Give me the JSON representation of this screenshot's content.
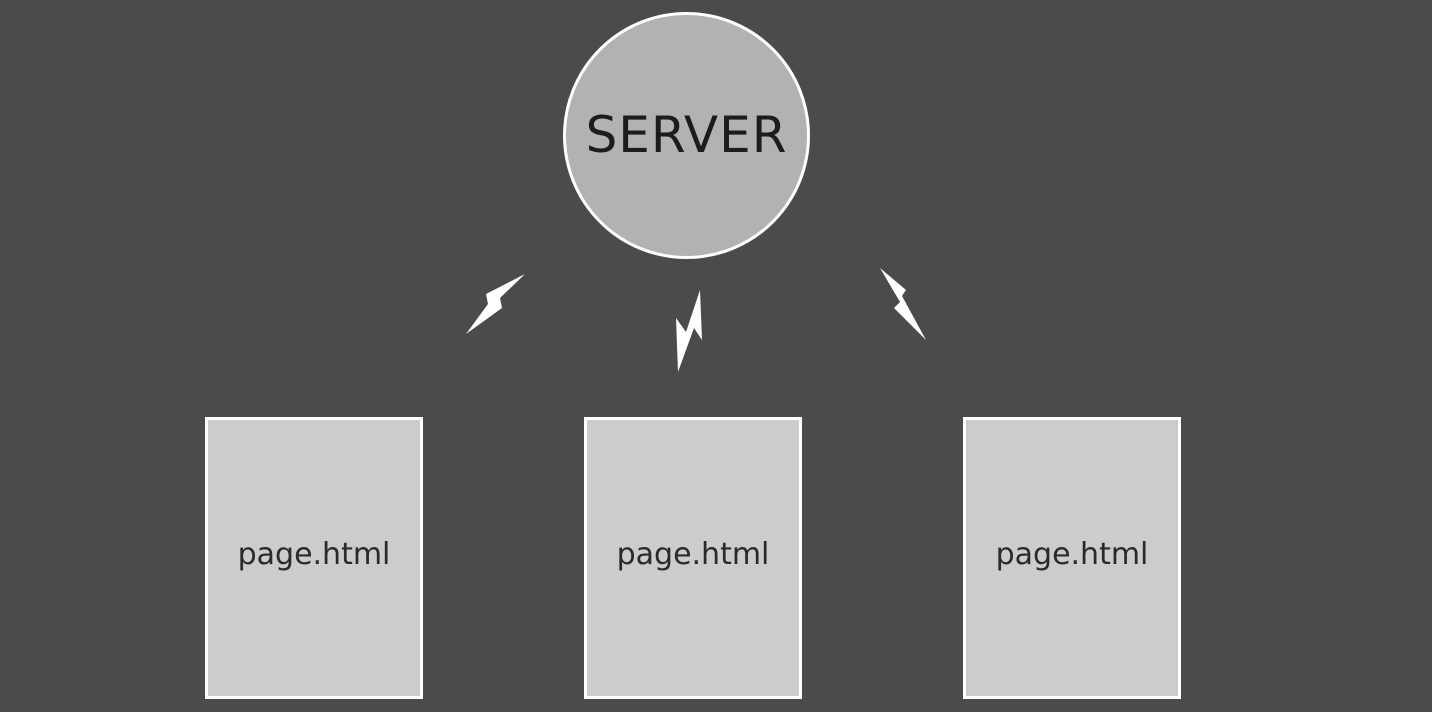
{
  "server": {
    "label": "SERVER"
  },
  "pages": [
    {
      "label": "page.html"
    },
    {
      "label": "page.html"
    },
    {
      "label": "page.html"
    }
  ],
  "colors": {
    "background": "#4b4b4b",
    "server_fill": "#b2b2b2",
    "page_fill": "#cccccc",
    "outline": "#ffffff",
    "bolt": "#ffffff"
  },
  "icons": [
    "lightning-bolt-icon",
    "lightning-bolt-icon",
    "lightning-bolt-icon"
  ]
}
